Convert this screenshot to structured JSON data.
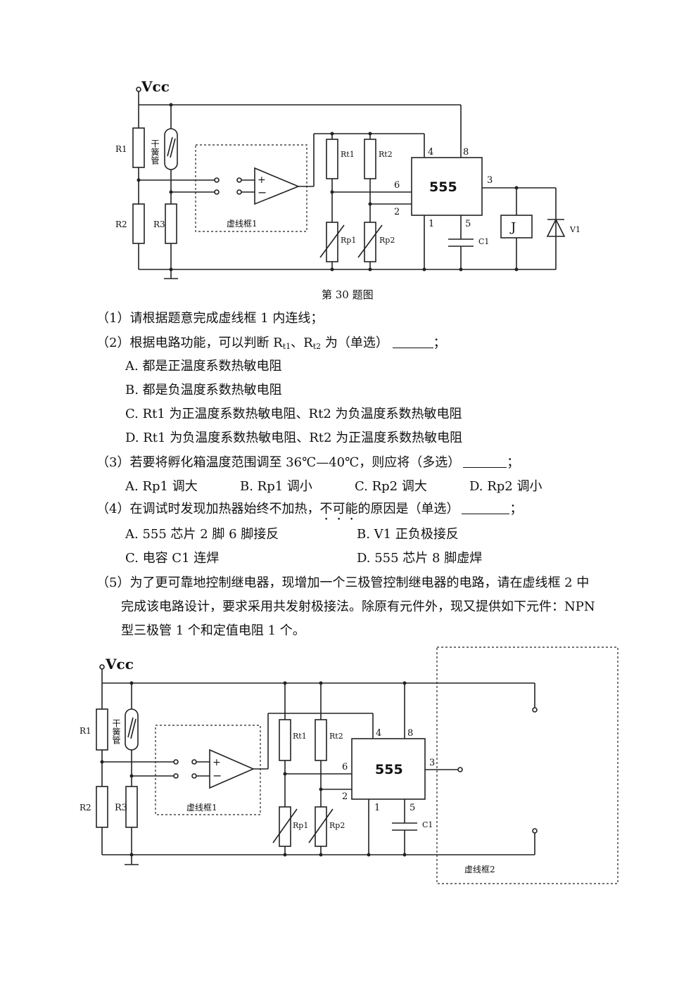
{
  "figure1": {
    "vcc": "Vcc",
    "labels": {
      "r1": "R1",
      "r2": "R2",
      "r3": "R3",
      "reed": "干簧管",
      "rt1": "Rt1",
      "rt2": "Rt2",
      "rp1": "Rp1",
      "rp2": "Rp2",
      "chip": "555",
      "relay": "J",
      "diode": "V1",
      "cap": "C1",
      "box1": "虚线框1",
      "plus": "+",
      "minus": "−"
    },
    "pins": {
      "p4": "4",
      "p8": "8",
      "p6": "6",
      "p2": "2",
      "p3": "3",
      "p1": "1",
      "p5": "5"
    },
    "caption": "第 30 题图"
  },
  "questions": {
    "q1": "（1）请根据题意完成虚线框 1 内连线；",
    "q2": {
      "prefix": "（2）根据电路功能，可以判断 R",
      "s1": "t1",
      "mid": "、R",
      "s2": "t2",
      "suffix": " 为（单选）",
      "end": "；",
      "a": "A. 都是正温度系数热敏电阻",
      "b": "B. 都是负温度系数热敏电阻",
      "c": "C. Rt1 为正温度系数热敏电阻、Rt2 为负温度系数热敏电阻",
      "d": "D. Rt1 为负温度系数热敏电阻、Rt2 为正温度系数热敏电阻"
    },
    "q3": {
      "stem": "（3）若要将孵化箱温度范围调至 36℃—40℃，则应将（多选）",
      "end": "；",
      "a": "A. Rp1 调大",
      "b": "B. Rp1 调小",
      "c": "C. Rp2 调大",
      "d": "D. Rp2 调小"
    },
    "q4": {
      "pre": "（4）在调试时发现加热器始终不加热，",
      "emph": "不可能",
      "post": "的原因是（单选）",
      "end": "；",
      "a": "A. 555 芯片 2 脚 6 脚接反",
      "b": "B. V1 正负极接反",
      "c": "C. 电容 C1 连焊",
      "d": "D. 555 芯片 8 脚虚焊"
    },
    "q5": {
      "line1": "（5）为了更可靠地控制继电器，现增加一个三极管控制继电器的电路，请在虚线框 2 中",
      "line2": "完成该电路设计，要求采用共发射极接法。除原有元件外，现又提供如下元件：NPN",
      "line3": "型三极管 1 个和定值电阻 1 个。"
    }
  },
  "figure2": {
    "vcc": "Vcc",
    "labels": {
      "r1": "R1",
      "r2": "R2",
      "r3": "R3",
      "reed": "干簧管",
      "rt1": "Rt1",
      "rt2": "Rt2",
      "rp1": "Rp1",
      "rp2": "Rp2",
      "chip": "555",
      "cap": "C1",
      "box1": "虚线框1",
      "box2": "虚线框2",
      "plus": "+",
      "minus": "−"
    },
    "pins": {
      "p4": "4",
      "p8": "8",
      "p6": "6",
      "p2": "2",
      "p3": "3",
      "p1": "1",
      "p5": "5"
    }
  }
}
